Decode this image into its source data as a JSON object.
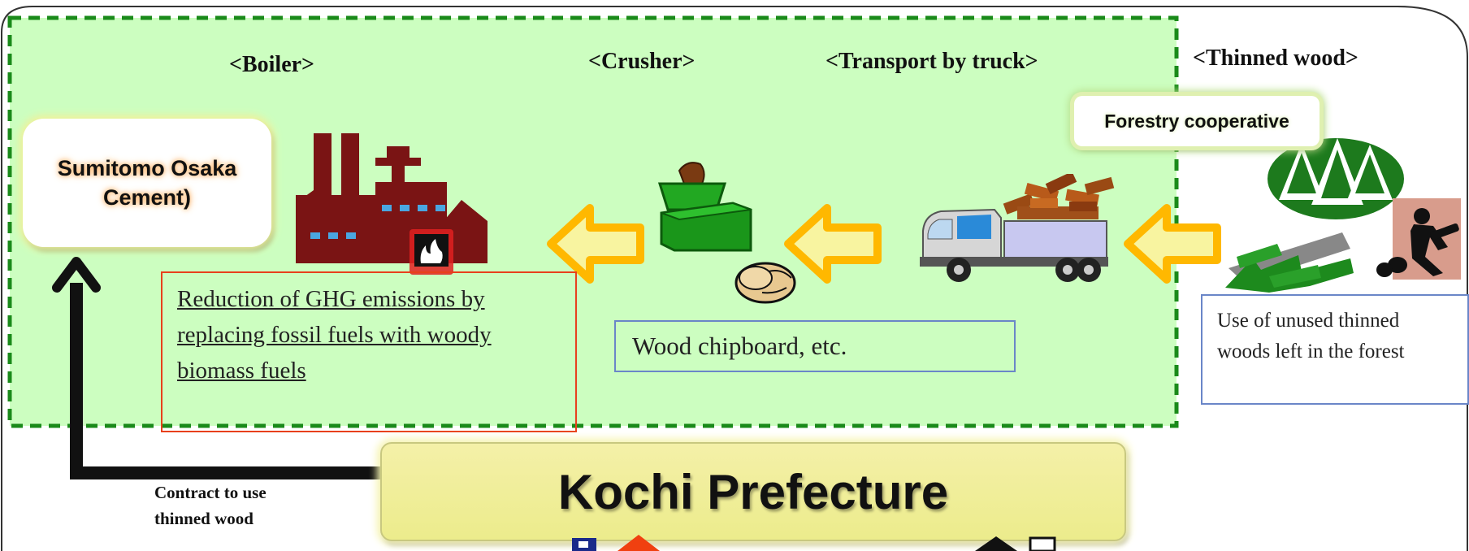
{
  "stages": {
    "boiler": "<Boiler>",
    "crusher": "<Crusher>",
    "transport": "<Transport by truck>",
    "thinned_wood": "<Thinned wood>"
  },
  "company": "Sumitomo Osaka\nCement)",
  "forestry_cooperative": "Forestry cooperative",
  "reduction_note": "Reduction of GHG emissions by replacing fossil fuels with woody biomass fuels",
  "chip_note": "Wood chipboard, etc.",
  "thinned_note": "Use of unused thinned woods left in the forest",
  "prefecture": "Kochi Prefecture",
  "contract_label": "Contract to use\nthinned wood",
  "colors": {
    "region_fill": "#ccfec0",
    "region_border": "#1a8a1a",
    "flow_arrow": "#ffb800",
    "reduction_border": "#e8401c",
    "note_border": "#6a86c8",
    "factory": "#7a1414",
    "tree": "#1d7a1d"
  },
  "icons": [
    "factory-icon",
    "boiler-fire-icon",
    "crusher-icon",
    "wood-chip-icon",
    "truck-icon",
    "log-pile-icon",
    "forest-icon",
    "chainsaw-worker-icon",
    "cut-trees-icon"
  ]
}
